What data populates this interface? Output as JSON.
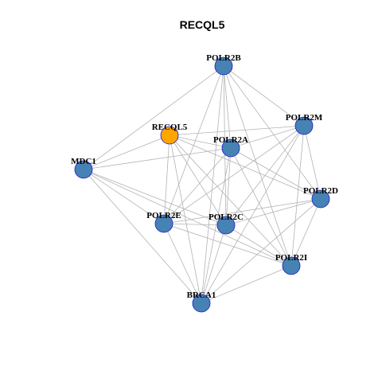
{
  "title": "RECQL5",
  "colors": {
    "default_node_fill": "#4682B4",
    "highlight_node_fill": "#FFA500",
    "node_stroke": "#1C1CC8",
    "edge": "#b3b3b3",
    "label": "#000000"
  },
  "nodes": [
    {
      "id": "POLR2B",
      "label": "POLR2B",
      "highlight": false
    },
    {
      "id": "POLR2M",
      "label": "POLR2M",
      "highlight": false
    },
    {
      "id": "RECQL5",
      "label": "RECQL5",
      "highlight": true
    },
    {
      "id": "POLR2A",
      "label": "POLR2A",
      "highlight": false
    },
    {
      "id": "MDC1",
      "label": "MDC1",
      "highlight": false
    },
    {
      "id": "POLR2D",
      "label": "POLR2D",
      "highlight": false
    },
    {
      "id": "POLR2E",
      "label": "POLR2E",
      "highlight": false
    },
    {
      "id": "POLR2C",
      "label": "POLR2C",
      "highlight": false
    },
    {
      "id": "POLR2I",
      "label": "POLR2I",
      "highlight": false
    },
    {
      "id": "BRCA1",
      "label": "BRCA1",
      "highlight": false
    }
  ],
  "edges": [
    [
      "POLR2B",
      "MDC1"
    ],
    [
      "POLR2B",
      "POLR2M"
    ],
    [
      "POLR2B",
      "POLR2A"
    ],
    [
      "POLR2B",
      "POLR2D"
    ],
    [
      "POLR2B",
      "POLR2E"
    ],
    [
      "POLR2B",
      "POLR2C"
    ],
    [
      "POLR2B",
      "POLR2I"
    ],
    [
      "POLR2B",
      "BRCA1"
    ],
    [
      "POLR2M",
      "RECQL5"
    ],
    [
      "POLR2M",
      "POLR2A"
    ],
    [
      "POLR2M",
      "POLR2D"
    ],
    [
      "POLR2M",
      "POLR2E"
    ],
    [
      "POLR2M",
      "POLR2C"
    ],
    [
      "POLR2M",
      "POLR2I"
    ],
    [
      "POLR2M",
      "BRCA1"
    ],
    [
      "RECQL5",
      "MDC1"
    ],
    [
      "RECQL5",
      "POLR2A"
    ],
    [
      "RECQL5",
      "POLR2D"
    ],
    [
      "RECQL5",
      "POLR2E"
    ],
    [
      "RECQL5",
      "POLR2C"
    ],
    [
      "RECQL5",
      "POLR2I"
    ],
    [
      "RECQL5",
      "BRCA1"
    ],
    [
      "POLR2A",
      "MDC1"
    ],
    [
      "POLR2A",
      "POLR2D"
    ],
    [
      "POLR2A",
      "POLR2E"
    ],
    [
      "POLR2A",
      "POLR2C"
    ],
    [
      "POLR2A",
      "POLR2I"
    ],
    [
      "POLR2A",
      "BRCA1"
    ],
    [
      "MDC1",
      "POLR2E"
    ],
    [
      "MDC1",
      "POLR2C"
    ],
    [
      "MDC1",
      "POLR2I"
    ],
    [
      "MDC1",
      "BRCA1"
    ],
    [
      "POLR2D",
      "POLR2E"
    ],
    [
      "POLR2D",
      "POLR2C"
    ],
    [
      "POLR2D",
      "POLR2I"
    ],
    [
      "POLR2D",
      "BRCA1"
    ],
    [
      "POLR2E",
      "POLR2C"
    ],
    [
      "POLR2E",
      "POLR2I"
    ],
    [
      "POLR2E",
      "BRCA1"
    ],
    [
      "POLR2C",
      "POLR2I"
    ],
    [
      "POLR2C",
      "BRCA1"
    ],
    [
      "POLR2I",
      "BRCA1"
    ]
  ]
}
